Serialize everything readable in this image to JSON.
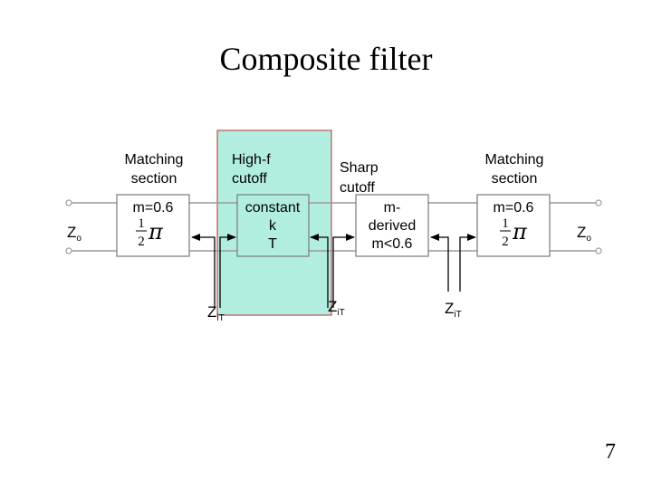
{
  "slide": {
    "title": "Composite filter",
    "page_number": "7"
  },
  "diagram": {
    "highlight_color": "#b2eee0",
    "highlight_border": "#c0504d",
    "box_border": "#7a7a7a",
    "labels": {
      "matching_left": [
        "Matching",
        "section"
      ],
      "highf": [
        "High-f",
        "cutoff"
      ],
      "sharp": [
        "Sharp",
        "cutoff"
      ],
      "matching_right": [
        "Matching",
        "section"
      ]
    },
    "blocks": {
      "matching_left": {
        "m": "m=0.6",
        "frac_num": "1",
        "frac_den": "2",
        "pi": "π"
      },
      "constant_k": [
        "constant",
        "k",
        "T"
      ],
      "m_derived": [
        "m-",
        "derived",
        "m<0.6"
      ],
      "matching_right": {
        "m": "m=0.6",
        "frac_num": "1",
        "frac_den": "2",
        "pi": "π"
      }
    },
    "ports": {
      "left": {
        "z": "Z",
        "sub": "o"
      },
      "right": {
        "z": "Z",
        "sub": "o"
      }
    },
    "impedances": [
      {
        "z": "Z",
        "sub": "iT"
      },
      {
        "z": "Z",
        "sub": "iT"
      },
      {
        "z": "Z",
        "sub": "iT"
      }
    ]
  }
}
